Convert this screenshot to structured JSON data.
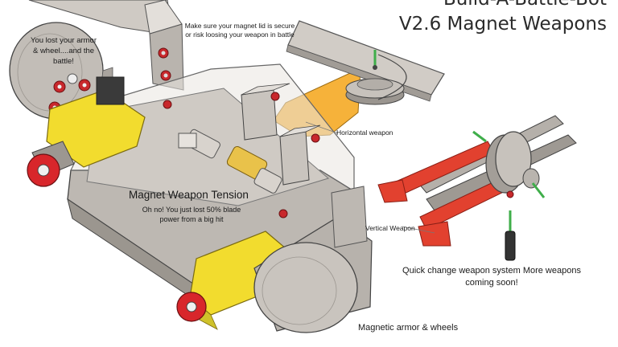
{
  "title": {
    "line1": "Build-A-Battle-Bot",
    "line2": "V2.6 Magnet Weapons"
  },
  "callouts": {
    "armor_lost": "You lost your armor & wheel....and the battle!",
    "magnet_lid": "Make sure your magnet lid is secure or risk loosing your weapon in battle",
    "horizontal_weapon": "Horizontal weapon",
    "vertical_weapon": "Vertical Weapon",
    "tension_title": "Magnet Weapon Tension",
    "tension_sub": "Oh no! You just lost 50% blade power from a big hit",
    "quick_change": "Quick change weapon system More weapons coming soon!",
    "magnetic_armor": "Magnetic armor & wheels"
  },
  "colors": {
    "motor_yellow": "#f2dc2e",
    "gear_red": "#d8262b",
    "weapon_red": "#e2412f",
    "horizontal_orange": "#f6b23a",
    "chassis_gray": "#bdb8b2",
    "magnet_red": "#c8282c",
    "axle_green": "#3fae4a"
  }
}
